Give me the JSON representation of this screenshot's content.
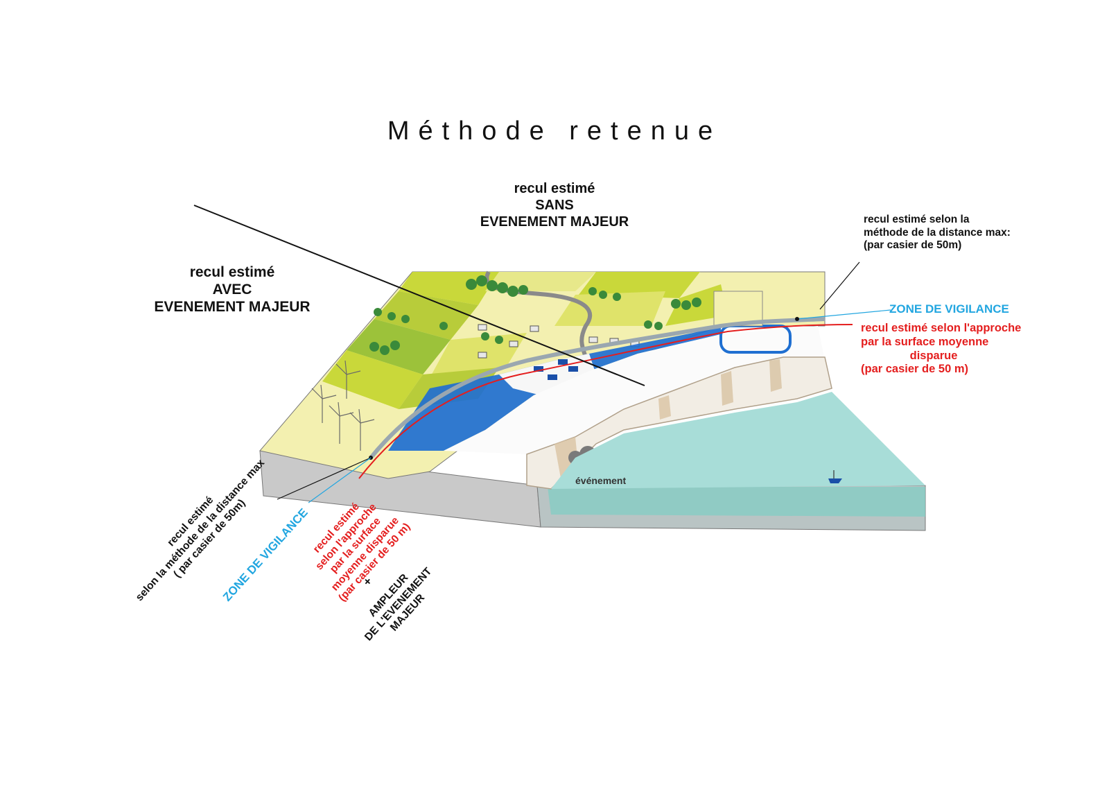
{
  "title": "Méthode retenue",
  "labels": {
    "sans": [
      "recul estimé",
      "SANS",
      "EVENEMENT MAJEUR"
    ],
    "avec": [
      "recul estimé",
      "AVEC",
      "EVENEMENT MAJEUR"
    ],
    "right_max": [
      "recul estimé selon la",
      "méthode de la distance max:",
      "(par casier de 50m)"
    ],
    "right_zone": "ZONE DE VIGILANCE",
    "right_surface": [
      "recul estimé selon l'approche",
      "par la surface moyenne",
      "disparue",
      "(par casier de 50 m)"
    ],
    "event": "événement",
    "bottom_max": [
      "recul estimé",
      "selon la méthode de la distance max",
      "( par casier de 50m)"
    ],
    "bottom_zone": "ZONE DE VIGILANCE",
    "bottom_surface": [
      "recul estimé",
      "selon l'approche",
      "par la surface",
      "moyenne disparue",
      "(par casier de 50 m)"
    ],
    "bottom_plus": "+",
    "bottom_ampleur": [
      "AMPLEUR",
      "DE L'EVENEMENT",
      "MAJEUR"
    ]
  },
  "colors": {
    "fields_light": "#f3f0b0",
    "fields_green": "#c9d83a",
    "fields_olive": "#9cc23a",
    "urban_blue": "#1f6fd1",
    "sea": "#a8ddd8",
    "block_side": "#c8c8c8",
    "cliff": "#f2ede4",
    "red_line": "#e41e1e",
    "vigilance_blue": "#22a6e0"
  }
}
